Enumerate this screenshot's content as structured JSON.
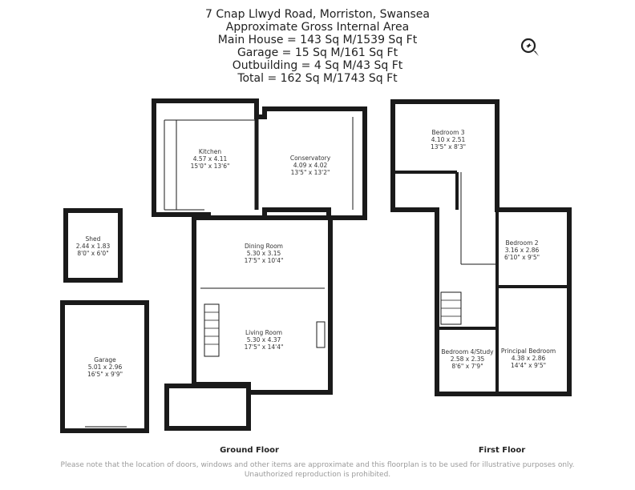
{
  "header": {
    "lines": [
      "7 Cnap Llwyd Road, Morriston, Swansea",
      "Approximate Gross Internal Area",
      "Main House = 143 Sq M/1539 Sq Ft",
      "Garage = 15 Sq M/161 Sq Ft",
      "Outbuilding = 4 Sq M/43 Sq Ft",
      "Total = 162 Sq M/1743 Sq Ft"
    ]
  },
  "rooms": {
    "kitchen": [
      "Kitchen",
      "4.57 x 4.11",
      "15'0\" x 13'6\""
    ],
    "conservatory": [
      "Conservatory",
      "4.09 x 4.02",
      "13'5\" x 13'2\""
    ],
    "dining": [
      "Dining Room",
      "5.30 x 3.15",
      "17'5\" x 10'4\""
    ],
    "living": [
      "Living Room",
      "5.30 x 4.37",
      "17'5\" x 14'4\""
    ],
    "shed": [
      "Shed",
      "2.44 x 1.83",
      "8'0\" x 6'0\""
    ],
    "garage": [
      "Garage",
      "5.01 x 2.96",
      "16'5\" x 9'9\""
    ],
    "bedroom3": [
      "Bedroom 3",
      "4.10 x 2.51",
      "13'5\" x 8'3\""
    ],
    "bedroom2": [
      "Bedroom 2",
      "3.16 x 2.86",
      "6'10\" x 9'5\""
    ],
    "bedroom4": [
      "Bedroom 4/Study",
      "2.58 x 2.35",
      "8'6\" x 7'9\""
    ],
    "principal": [
      "Principal Bedroom",
      "4.38 x 2.86",
      "14'4\" x 9'5\""
    ]
  },
  "floors": {
    "ground": "Ground Floor",
    "first": "First Floor"
  },
  "disclaimer": "Please note that the location of doors, windows and other items are approximate and this floorplan is to be used for illustrative purposes only. Unauthorized reproduction is prohibited.",
  "colors": {
    "wall": "#1a1a1a",
    "line": "#333333",
    "disclaimer": "#9a9a9a"
  },
  "icons": {
    "compass": "compass-icon"
  }
}
